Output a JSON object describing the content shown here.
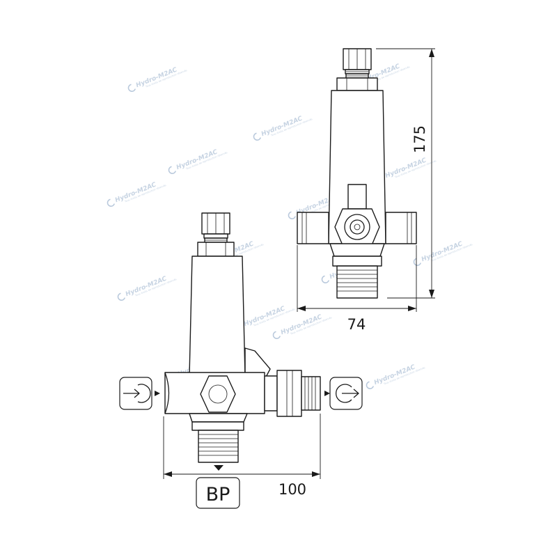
{
  "dimensions": {
    "height": "175",
    "width_top": "74",
    "width_bottom": "100"
  },
  "ports": {
    "inlet_icon": "arrow-into-circle-icon",
    "outlet_icon": "arrow-out-of-circle-icon",
    "bottom_label": "BP"
  },
  "watermark": {
    "text": "Hydro-M2AC",
    "subtext": "Tous droits de reproduction réservés",
    "color": "#b9c9dc"
  },
  "colors": {
    "line": "#1a1a1a",
    "background": "#ffffff"
  }
}
